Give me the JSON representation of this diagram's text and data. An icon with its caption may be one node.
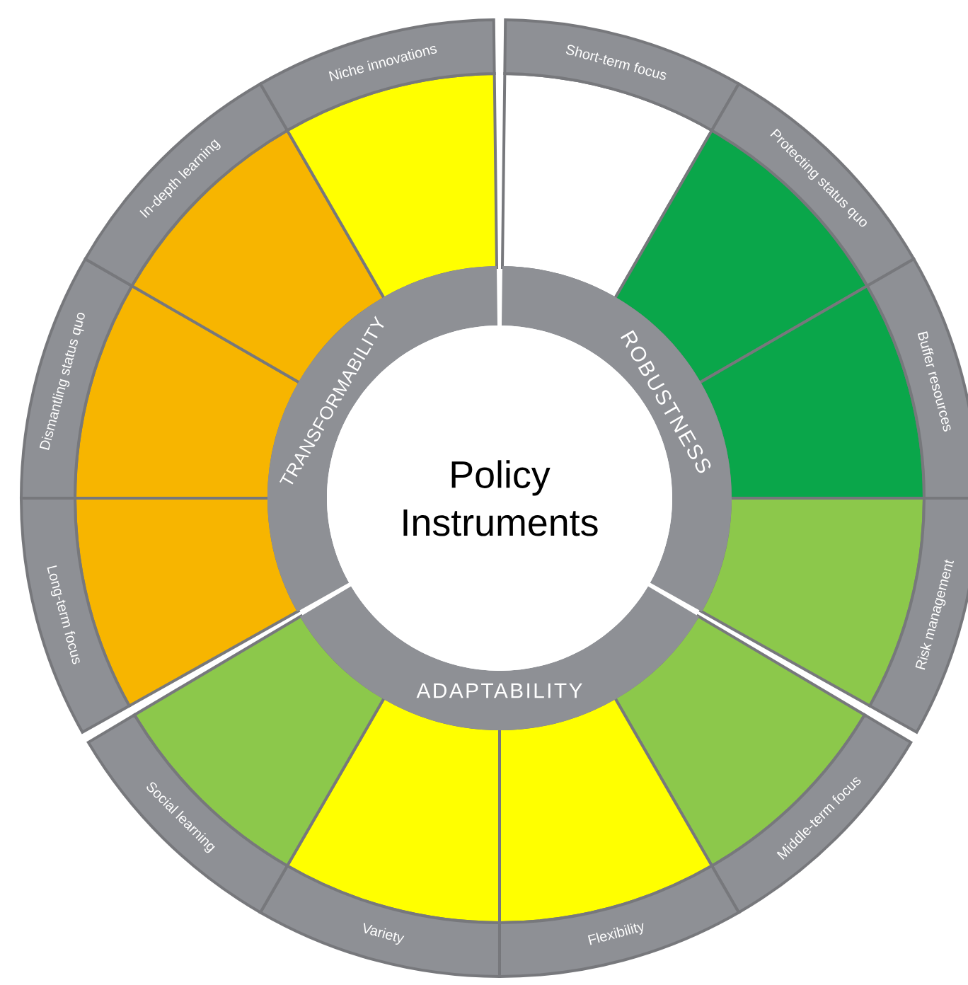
{
  "diagram": {
    "nodes": [
      {
        "text": [
          "Policy Instruments"
        ]
      },
      {
        "text": [
          "ROBUSTNESS"
        ]
      },
      {
        "text": [
          "ADAPTABILITY"
        ]
      },
      {
        "text": [
          "TRANSFORMABILITY"
        ]
      },
      {
        "text": [
          "Short-term focus"
        ]
      },
      {
        "text": [
          "Protecting status quo"
        ]
      },
      {
        "text": [
          "Buffer resources"
        ]
      },
      {
        "text": [
          "Risk management"
        ]
      },
      {
        "text": [
          "Middle-term focus"
        ]
      },
      {
        "text": [
          "Flexibility"
        ]
      },
      {
        "text": [
          "Variety"
        ]
      },
      {
        "text": [
          "Social learning"
        ]
      },
      {
        "text": [
          "Long-term focus"
        ]
      },
      {
        "text": [
          "Dismantling status quo"
        ]
      },
      {
        "text": [
          "In-depth learning"
        ]
      },
      {
        "text": [
          "Niche innovations"
        ]
      }
    ]
  }
}
